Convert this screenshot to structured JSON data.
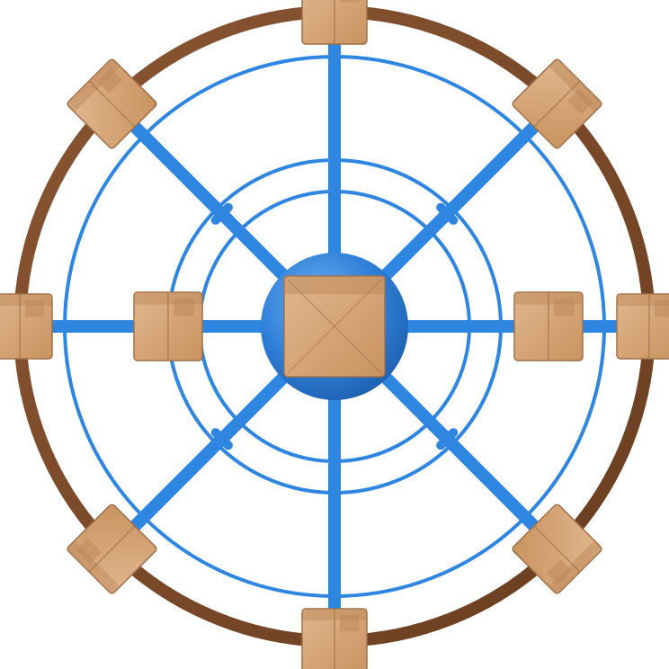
{
  "diagram": {
    "kind": "hub-and-spoke distribution network",
    "hub": {
      "icon": "package-box-icon"
    },
    "spokes": [
      {
        "direction": "north",
        "icon": "package-box-icon"
      },
      {
        "direction": "north-east",
        "icon": "package-box-icon"
      },
      {
        "direction": "east",
        "icon": "package-box-icon"
      },
      {
        "direction": "south-east",
        "icon": "package-box-icon"
      },
      {
        "direction": "south",
        "icon": "package-box-icon"
      },
      {
        "direction": "south-west",
        "icon": "package-box-icon"
      },
      {
        "direction": "west",
        "icon": "package-box-icon"
      },
      {
        "direction": "north-west",
        "icon": "package-box-icon"
      }
    ],
    "inner_nodes": [
      {
        "direction": "west",
        "icon": "package-box-icon"
      },
      {
        "direction": "east",
        "icon": "package-box-icon"
      }
    ]
  },
  "colors": {
    "outer_ring": "#7a4a2a",
    "network_blue": "#2f86e0",
    "hub_blue": "#2f7fd8",
    "box_face": "#d6a57a",
    "box_shade": "#b98556",
    "box_edge": "#a0704a"
  }
}
